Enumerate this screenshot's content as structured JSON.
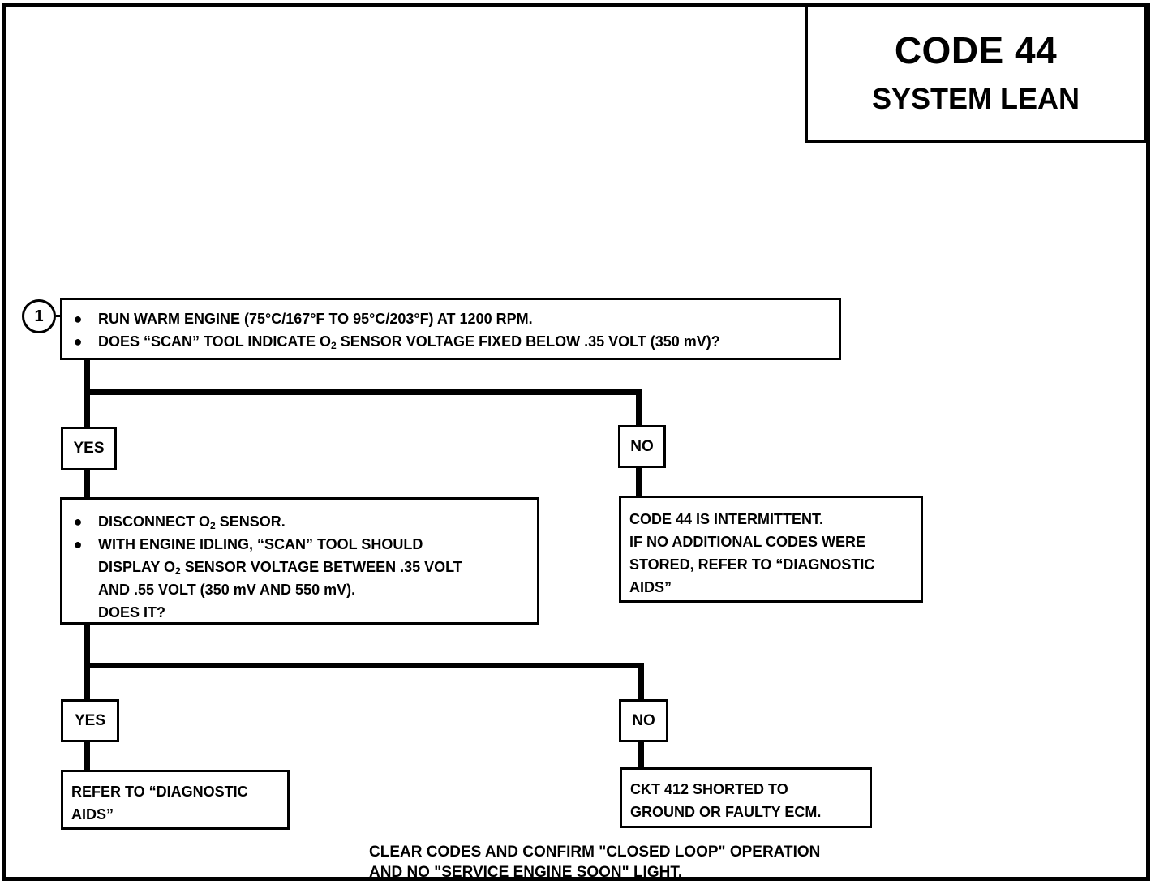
{
  "title": {
    "code": "CODE 44",
    "subtitle": "SYSTEM LEAN"
  },
  "step1": {
    "number": "1",
    "bullet": "●",
    "line1": "RUN WARM ENGINE  (75°C/167°F TO 95°C/203°F)  AT 1200 RPM.",
    "line2_pre": "DOES “SCAN” TOOL INDICATE O",
    "line2_sub": "2",
    "line2_post": " SENSOR VOLTAGE FIXED BELOW .35 VOLT (350 mV)?"
  },
  "branch1": {
    "yes": "YES",
    "no": "NO"
  },
  "step2": {
    "bullet": "●",
    "line1_pre": "DISCONNECT O",
    "line1_sub": "2",
    "line1_post": " SENSOR.",
    "line2": "WITH ENGINE IDLING, “SCAN” TOOL SHOULD",
    "line3_pre": "DISPLAY O",
    "line3_sub": "2",
    "line3_post": " SENSOR VOLTAGE BETWEEN .35 VOLT",
    "line4": "AND .55 VOLT (350 mV AND 550 mV).",
    "line5": "DOES IT?"
  },
  "intermittent": {
    "lines": [
      "CODE 44 IS INTERMITTENT.",
      "IF NO ADDITIONAL CODES WERE",
      "STORED, REFER TO  “DIAGNOSTIC",
      "AIDS”"
    ]
  },
  "branch2": {
    "yes": "YES",
    "no": "NO"
  },
  "result_yes": {
    "lines": [
      "REFER TO  “DIAGNOSTIC",
      "AIDS”"
    ]
  },
  "result_no": {
    "lines": [
      "CKT  412  SHORTED TO",
      "GROUND OR FAULTY ECM."
    ]
  },
  "footer": {
    "line1": "CLEAR CODES AND CONFIRM \"CLOSED LOOP\" OPERATION",
    "line2": "AND NO \"SERVICE ENGINE SOON\" LIGHT."
  }
}
